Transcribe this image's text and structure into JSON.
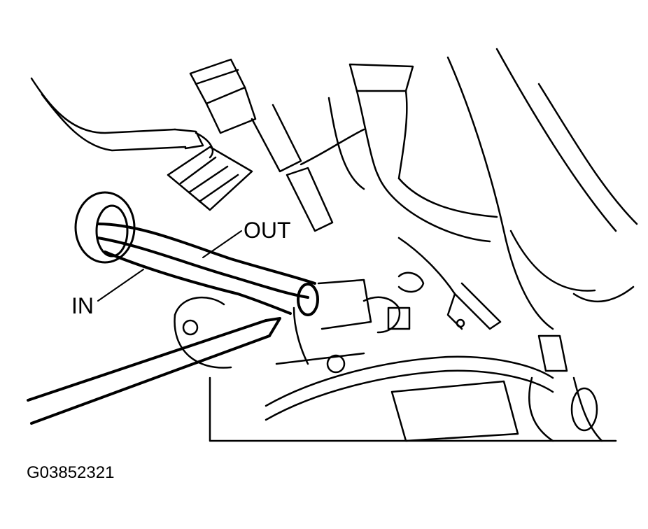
{
  "labels": {
    "out": "OUT",
    "in": "IN"
  },
  "figure_id": "G03852321",
  "colors": {
    "ink": "#000000",
    "paper": "#ffffff"
  }
}
